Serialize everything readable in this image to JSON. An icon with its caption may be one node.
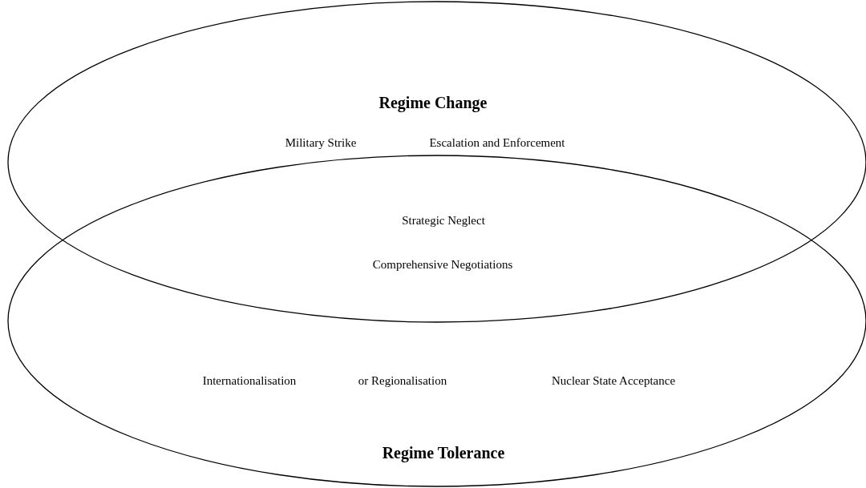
{
  "diagram": {
    "nodes": [
      {
        "text": [
          "Regime Change",
          "Military Strike",
          "Escalation and Enforcement"
        ]
      },
      {
        "text": [
          "Internationalisation",
          "or Regionalisation",
          "Nuclear State Acceptance",
          "Regime Tolerance"
        ]
      }
    ],
    "labels": [
      "Strategic Neglect",
      "Comprehensive Negotiations"
    ]
  }
}
